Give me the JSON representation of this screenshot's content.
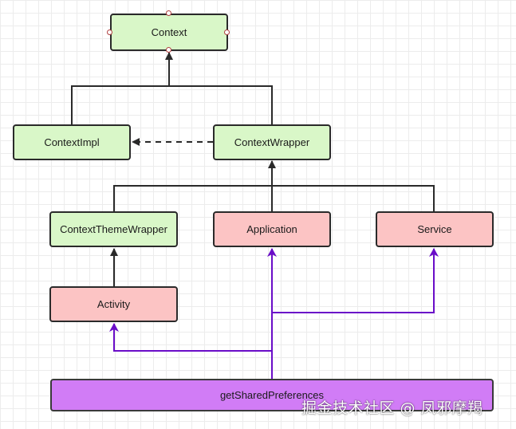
{
  "nodes": {
    "context": "Context",
    "context_impl": "ContextImpl",
    "context_wrapper": "ContextWrapper",
    "context_theme_wrapper": "ContextThemeWrapper",
    "application": "Application",
    "service": "Service",
    "activity": "Activity",
    "get_shared_preferences": "getSharedPreferences"
  },
  "colors": {
    "framework_class": "#d9f7c8",
    "component_class": "#fcc4c4",
    "method": "#d17cf6",
    "inheritance_line": "#2a2a2a",
    "call_line": "#6a0dc8"
  },
  "watermark": "掘金技术社区 @ 凤邪摩羯"
}
